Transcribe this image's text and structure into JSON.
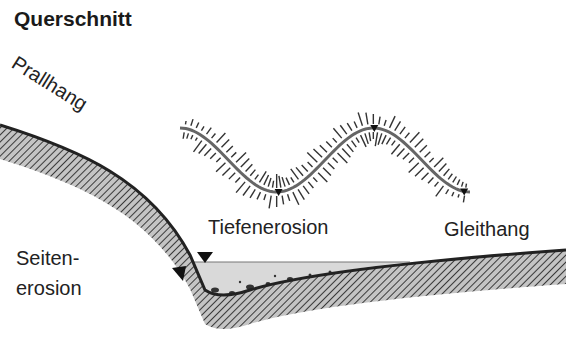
{
  "diagram": {
    "title": "Querschnitt",
    "labels": [
      "Prallhang",
      "Tiefenerosion",
      "Gleithang",
      "Seiten- erosion"
    ]
  }
}
